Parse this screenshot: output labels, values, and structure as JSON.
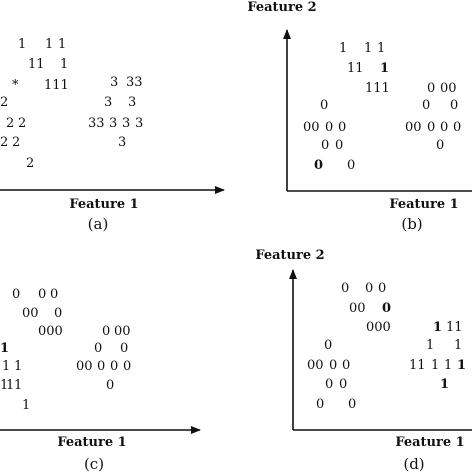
{
  "figure": {
    "ink_color": "#111111",
    "background": "#ffffff",
    "panels": [
      {
        "id": "a",
        "caption": "(a)",
        "x_label": "Feature 1",
        "y_label": "",
        "rows": [
          {
            "cells": [
              {
                "t": "1"
              },
              {
                "t": "1"
              },
              {
                "t": "1"
              }
            ]
          },
          {
            "cells": [
              {
                "t": "11"
              },
              {
                "t": "1"
              }
            ]
          },
          {
            "cells": [
              {
                "t": "*"
              },
              {
                "t": "111"
              },
              {
                "t": "3"
              },
              {
                "t": "33"
              }
            ]
          },
          {
            "cells": [
              {
                "t": "2"
              },
              {
                "t": "3"
              },
              {
                "t": "3"
              }
            ]
          },
          {
            "cells": [
              {
                "t": "2"
              },
              {
                "t": "2"
              },
              {
                "t": "33"
              },
              {
                "t": "3"
              },
              {
                "t": "3"
              },
              {
                "t": "3"
              }
            ]
          },
          {
            "cells": [
              {
                "t": "2"
              },
              {
                "t": "2"
              },
              {
                "t": "3"
              }
            ]
          },
          {
            "cells": [
              {
                "t": "2"
              }
            ]
          }
        ]
      },
      {
        "id": "b",
        "caption": "(b)",
        "x_label": "Feature 1",
        "y_label": "Feature 2",
        "rows": [
          {
            "cells": [
              {
                "t": "1"
              },
              {
                "t": "1"
              },
              {
                "t": "1"
              }
            ]
          },
          {
            "cells": [
              {
                "t": "11"
              },
              {
                "t": "1",
                "b": true
              }
            ]
          },
          {
            "cells": [
              {
                "t": "111"
              },
              {
                "t": "0"
              },
              {
                "t": "00"
              }
            ]
          },
          {
            "cells": [
              {
                "t": "0"
              },
              {
                "t": "0"
              },
              {
                "t": "0"
              }
            ]
          },
          {
            "cells": [
              {
                "t": "00"
              },
              {
                "t": "0"
              },
              {
                "t": "0"
              },
              {
                "t": "00"
              },
              {
                "t": "0"
              },
              {
                "t": "0"
              },
              {
                "t": "0"
              }
            ]
          },
          {
            "cells": [
              {
                "t": "0"
              },
              {
                "t": "0"
              },
              {
                "t": "0"
              }
            ]
          },
          {
            "cells": [
              {
                "t": "0",
                "b": true
              },
              {
                "t": "0"
              }
            ]
          }
        ]
      },
      {
        "id": "c",
        "caption": "(c)",
        "x_label": "Feature 1",
        "y_label": "",
        "rows": [
          {
            "cells": [
              {
                "t": "0"
              },
              {
                "t": "0"
              },
              {
                "t": "0"
              }
            ]
          },
          {
            "cells": [
              {
                "t": "00"
              },
              {
                "t": "0"
              }
            ]
          },
          {
            "cells": [
              {
                "t": "000"
              },
              {
                "t": "0"
              },
              {
                "t": "00"
              }
            ]
          },
          {
            "cells": [
              {
                "t": "1",
                "b": true
              },
              {
                "t": "0"
              },
              {
                "t": "0"
              }
            ]
          },
          {
            "cells": [
              {
                "t": "1"
              },
              {
                "t": "1"
              },
              {
                "t": "00"
              },
              {
                "t": "0"
              },
              {
                "t": "0"
              },
              {
                "t": "0"
              }
            ]
          },
          {
            "cells": [
              {
                "t": "1"
              },
              {
                "t": "1"
              },
              {
                "t": "1"
              },
              {
                "t": "0"
              }
            ]
          },
          {
            "cells": [
              {
                "t": "1"
              }
            ]
          }
        ]
      },
      {
        "id": "d",
        "caption": "(d)",
        "x_label": "Feature 1",
        "y_label": "Feature 2",
        "rows": [
          {
            "cells": [
              {
                "t": "0"
              },
              {
                "t": "0"
              },
              {
                "t": "0"
              }
            ]
          },
          {
            "cells": [
              {
                "t": "00"
              },
              {
                "t": "0",
                "b": true
              }
            ]
          },
          {
            "cells": [
              {
                "t": "000"
              },
              {
                "t": "1",
                "b": true
              },
              {
                "t": "11"
              }
            ]
          },
          {
            "cells": [
              {
                "t": "0"
              },
              {
                "t": "1"
              },
              {
                "t": "1"
              }
            ]
          },
          {
            "cells": [
              {
                "t": "00"
              },
              {
                "t": "0"
              },
              {
                "t": "0"
              },
              {
                "t": "11"
              },
              {
                "t": "1"
              },
              {
                "t": "1"
              },
              {
                "t": "1",
                "b": true
              }
            ]
          },
          {
            "cells": [
              {
                "t": "0"
              },
              {
                "t": "0"
              },
              {
                "t": "1",
                "b": true
              }
            ]
          },
          {
            "cells": [
              {
                "t": "0"
              },
              {
                "t": "0"
              }
            ]
          }
        ]
      }
    ]
  }
}
